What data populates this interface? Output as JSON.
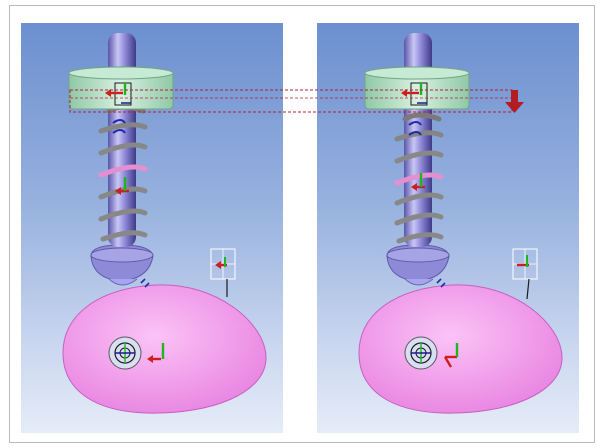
{
  "colors": {
    "background": "#ffffff",
    "frame_border": "#b9b9b9",
    "viewport_top": "#6c8fcf",
    "viewport_bottom": "#e6ecf8",
    "shaft": "#8a86d6",
    "collar": "#b9e3c8",
    "spring": "#8e8e8e",
    "spring_highlight": "#e58fd0",
    "cam": "#f5a6ef",
    "guide_line": "#b0203a",
    "arrow": "#cc1f1f",
    "axis_x": "#e02020",
    "axis_y": "#1fb51f",
    "axis_z": "#1a1a8c"
  },
  "panels": [
    {
      "id": "left",
      "collar_offset": 0
    },
    {
      "id": "right",
      "collar_offset": 0,
      "motion_arrow": "down-arrow-icon"
    }
  ],
  "icons": [
    "triad-icon",
    "hinge-joint-icon",
    "down-arrow-icon"
  ]
}
